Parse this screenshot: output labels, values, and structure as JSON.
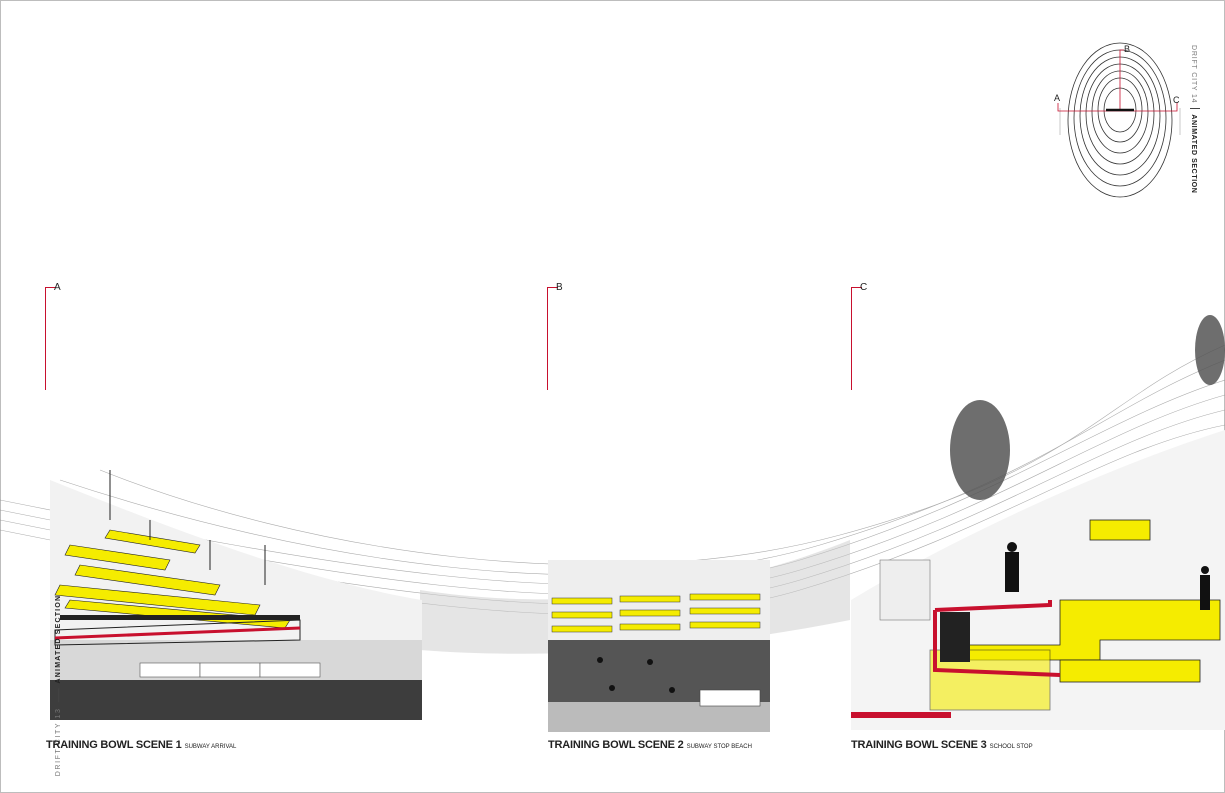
{
  "sheet_left": {
    "series": "DRIFT CITY 13",
    "title": "ANIMATED SECTION"
  },
  "sheet_right": {
    "series": "DRIFT CITY 14",
    "title": "ANIMATED SECTION"
  },
  "key_plan": {
    "labels": [
      "A",
      "B",
      "C"
    ]
  },
  "section_markers": [
    "A",
    "B",
    "C"
  ],
  "scenes": [
    {
      "title": "TRAINING BOWL SCENE 1",
      "subtitle": "SUBWAY ARRIVAL"
    },
    {
      "title": "TRAINING BOWL SCENE 2",
      "subtitle": "SUBWAY STOP BEACH"
    },
    {
      "title": "TRAINING BOWL SCENE 3",
      "subtitle": "SCHOOL STOP"
    }
  ],
  "colors": {
    "accent_red": "#c8102e",
    "highlight_yellow": "#f5ec00",
    "ink": "#222222"
  }
}
